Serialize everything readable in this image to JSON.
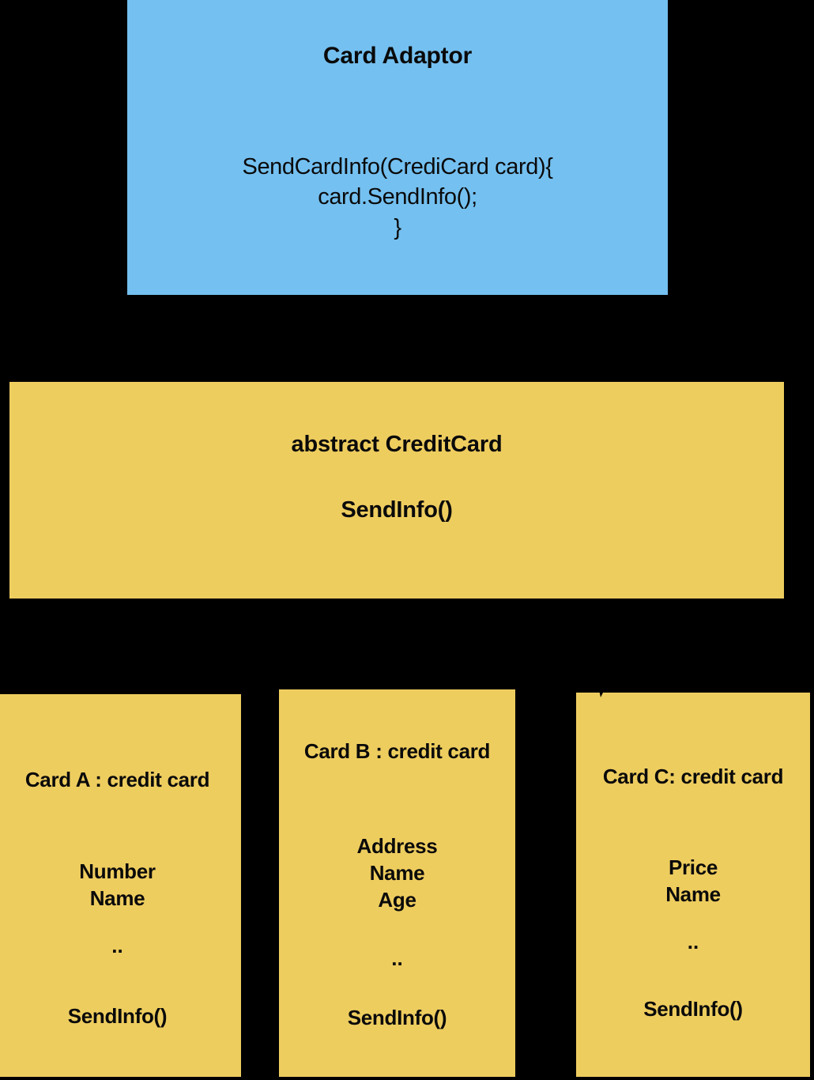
{
  "diagram": {
    "background_color": "#000000",
    "adaptor_color": "#74c0f0",
    "class_color": "#eecd5f",
    "text_color": "#0a0a0a"
  },
  "adaptor": {
    "title": "Card Adaptor",
    "code": "SendCardInfo(CrediCard card){\ncard.SendInfo();\n}"
  },
  "abstract_class": {
    "title": "abstract CreditCard",
    "method": "SendInfo()"
  },
  "cards": [
    {
      "title": "Card A : credit card",
      "fields": "Number\nName",
      "dots": "..",
      "method": "SendInfo()"
    },
    {
      "title": "Card B : credit card",
      "fields": "Address\nName\nAge",
      "dots": "..",
      "method": "SendInfo()"
    },
    {
      "title": "Card C: credit card",
      "fields": "Price\nName",
      "dots": "..",
      "method": "SendInfo()"
    }
  ]
}
